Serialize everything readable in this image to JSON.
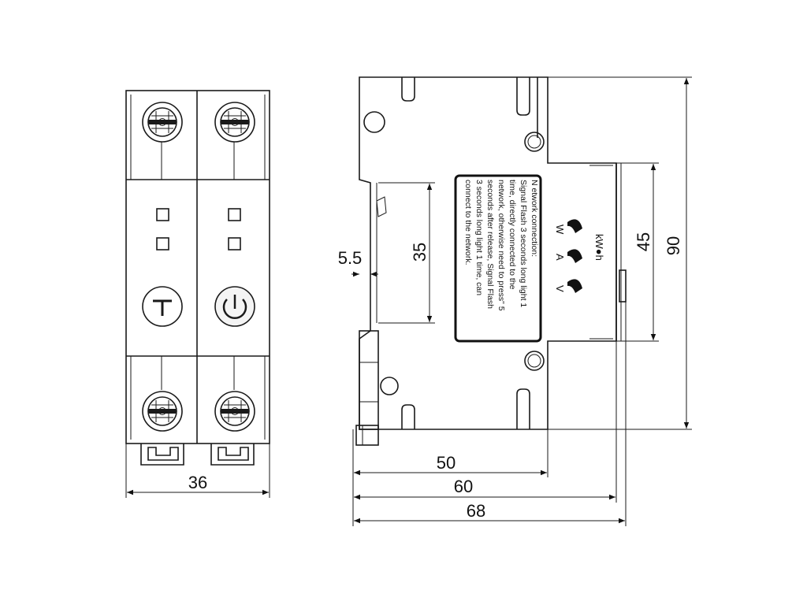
{
  "dimensions": {
    "width_front": "36",
    "depth_50": "50",
    "depth_60": "60",
    "depth_68": "68",
    "rail_35": "35",
    "offset_5_5": "5.5",
    "height_45": "45",
    "height_90": "90"
  },
  "notice": {
    "lines": [
      "N etwork connection:",
      "Signal Flash 3 seconds long light 1",
      "time, directly connected to the",
      "network, otherwise need to press\" 5",
      "seconds after release, Signal Flash",
      "3 seconds long light 1 time, can",
      "connect to the network."
    ]
  },
  "indicators": {
    "unit": "kW●h",
    "w": "W",
    "a": "A",
    "v": "V"
  },
  "buttons": {
    "test_symbol": "T"
  }
}
